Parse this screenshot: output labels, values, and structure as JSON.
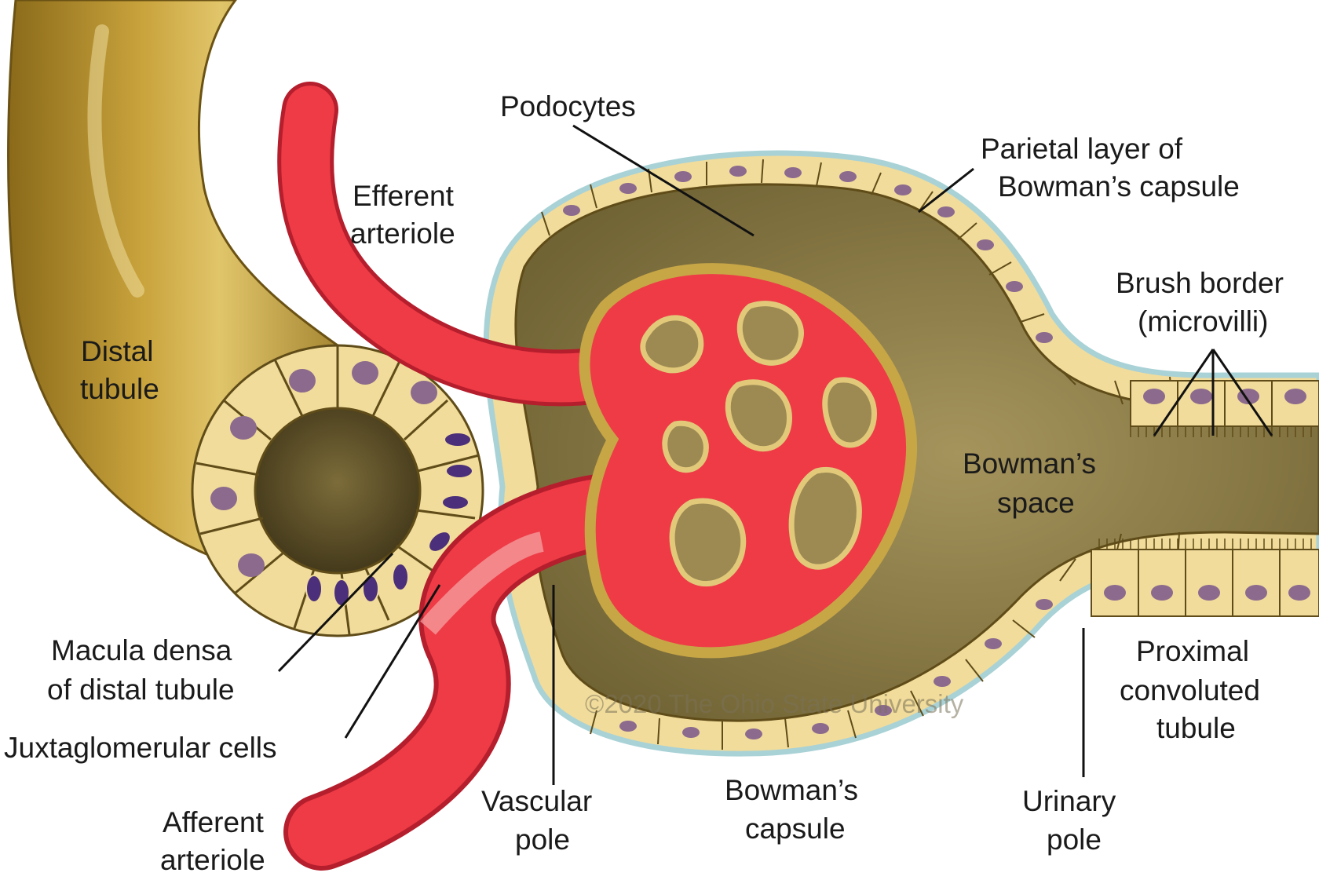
{
  "labels": {
    "podocytes": "Podocytes",
    "efferent_1": "Efferent",
    "efferent_2": "arteriole",
    "parietal_1": "Parietal layer of",
    "parietal_2": "Bowman’s capsule",
    "distal_1": "Distal",
    "distal_2": "tubule",
    "brush_1": "Brush border",
    "brush_2": "(microvilli)",
    "bowspace_1": "Bowman’s",
    "bowspace_2": "space",
    "macula_1": "Macula densa",
    "macula_2": "of distal tubule",
    "jg": "Juxtaglomerular cells",
    "afferent_1": "Afferent",
    "afferent_2": "arteriole",
    "vascular_1": "Vascular",
    "vascular_2": "pole",
    "bowcap_1": "Bowman’s",
    "bowcap_2": "capsule",
    "urinary_1": "Urinary",
    "urinary_2": "pole",
    "proximal_1": "Proximal",
    "proximal_2": "convoluted",
    "proximal_3": "tubule"
  },
  "watermark": "©2020 The Ohio State University",
  "colors": {
    "tubule": "#b8922c",
    "tubule_dark": "#7d6116",
    "cell": "#f1dc9b",
    "cell_border": "#5f4c18",
    "nucleus": "#8c6a8e",
    "macula_nucleus": "#4b2f7a",
    "vessel": "#ee3b46",
    "vessel_dark": "#b51e2c",
    "capsule_space": "#8a7a45",
    "capsule_line": "#a9d2d6"
  }
}
